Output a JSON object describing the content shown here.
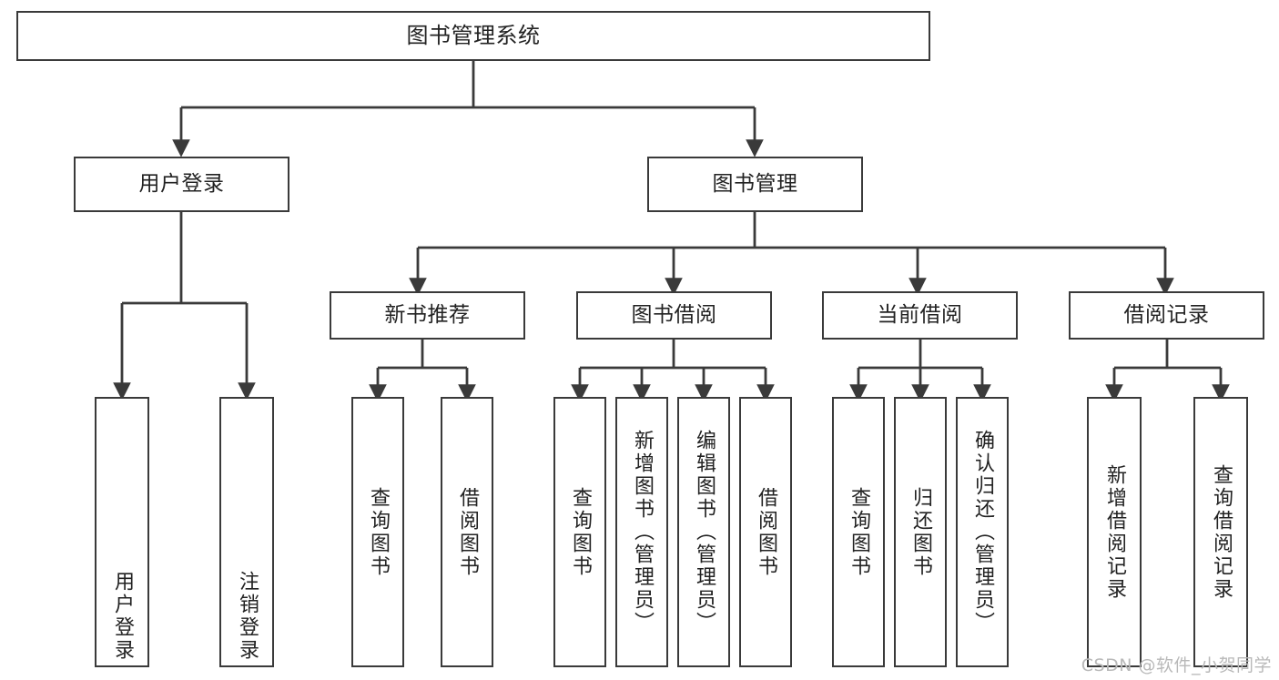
{
  "diagram": {
    "type": "tree-hierarchy",
    "title": "图书管理系统",
    "watermark": "CSDN @软件_小贺同学",
    "colors": {
      "stroke": "#3a3a3a",
      "fill": "#ffffff",
      "text": "#222222",
      "watermark": "#b9b9b9"
    },
    "nodes": {
      "root": {
        "label": "图书管理系统",
        "orientation": "horizontal"
      },
      "level1": [
        {
          "label": "用户登录",
          "orientation": "horizontal"
        },
        {
          "label": "图书管理",
          "orientation": "horizontal"
        }
      ],
      "level2": [
        {
          "label": "新书推荐",
          "orientation": "horizontal"
        },
        {
          "label": "图书借阅",
          "orientation": "horizontal"
        },
        {
          "label": "当前借阅",
          "orientation": "horizontal"
        },
        {
          "label": "借阅记录",
          "orientation": "horizontal"
        }
      ],
      "leaves": {
        "user_login": [
          {
            "label": "用户登录",
            "orientation": "vertical"
          },
          {
            "label": "注销登录",
            "orientation": "vertical"
          }
        ],
        "new_book_rec": [
          {
            "label": "查询图书",
            "orientation": "vertical"
          },
          {
            "label": "借阅图书",
            "orientation": "vertical"
          }
        ],
        "book_borrow": [
          {
            "label": "查询图书",
            "orientation": "vertical"
          },
          {
            "label": "新增图书（管理员）",
            "orientation": "vertical"
          },
          {
            "label": "编辑图书（管理员）",
            "orientation": "vertical"
          },
          {
            "label": "借阅图书",
            "orientation": "vertical"
          }
        ],
        "current_borrow": [
          {
            "label": "查询图书",
            "orientation": "vertical"
          },
          {
            "label": "归还图书",
            "orientation": "vertical"
          },
          {
            "label": "确认归还（管理员）",
            "orientation": "vertical"
          }
        ],
        "borrow_record": [
          {
            "label": "新增借阅记录",
            "orientation": "vertical"
          },
          {
            "label": "查询借阅记录",
            "orientation": "vertical"
          }
        ]
      }
    }
  }
}
